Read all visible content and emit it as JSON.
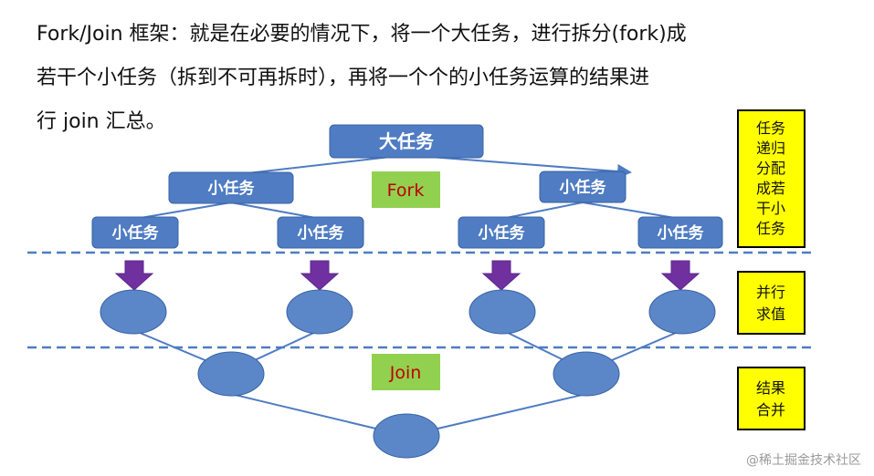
{
  "paragraph": {
    "line1": "Fork/Join 框架：就是在必要的情况下，将一个大任务，进行拆分(fork)成",
    "line2": "若干个小任务（拆到不可再拆时），再将一个个的小任务运算的结果进",
    "line3": "行 join 汇总。"
  },
  "diagram": {
    "root_task": "大任务",
    "level1_tasks": [
      "小任务",
      "小任务"
    ],
    "level2_tasks": [
      "小任务",
      "小任务",
      "小任务",
      "小任务"
    ],
    "fork_label": "Fork",
    "join_label": "Join",
    "side_labels": {
      "split": [
        "任务",
        "递归",
        "分配",
        "成若",
        "干小",
        "任务"
      ],
      "compute": [
        "并行",
        "求值"
      ],
      "merge": [
        "结果",
        "合并"
      ]
    }
  },
  "watermark": "@稀土掘金技术社区",
  "colors": {
    "task_box": "#4f7cc2",
    "ellipse": "#5b87c9",
    "fork_join_box": "#92d050",
    "fork_join_text": "#c00000",
    "side_box": "#ffff00",
    "side_border": "#000000",
    "arrow": "#7030a0",
    "dashed": "#4f7cc2"
  }
}
